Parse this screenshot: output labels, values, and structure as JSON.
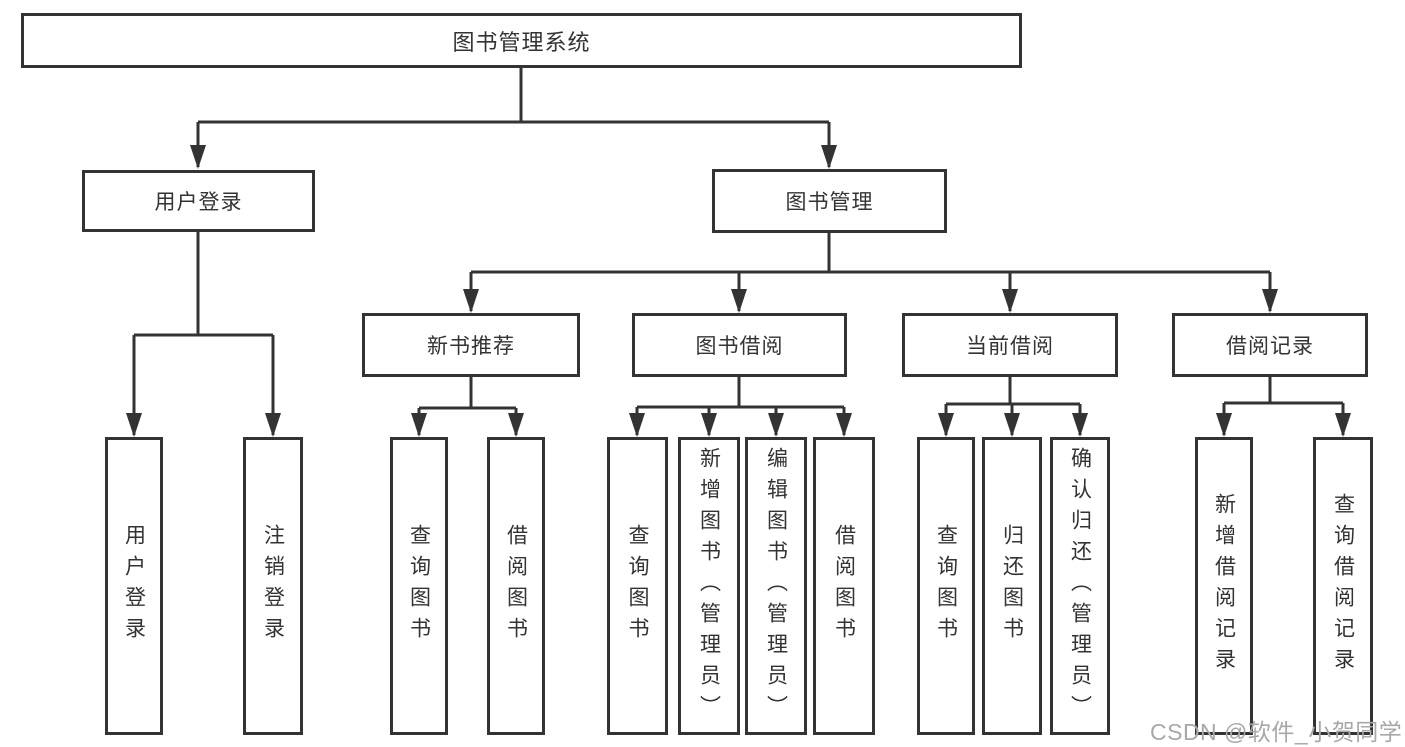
{
  "diagram": {
    "title": "图书管理系统",
    "root": {
      "label": "图书管理系统"
    },
    "level2": [
      {
        "label": "用户登录"
      },
      {
        "label": "图书管理"
      }
    ],
    "level3": [
      {
        "label": "新书推荐"
      },
      {
        "label": "图书借阅"
      },
      {
        "label": "当前借阅"
      },
      {
        "label": "借阅记录"
      }
    ],
    "leaves": {
      "user_login": [
        {
          "label": "用户登录"
        },
        {
          "label": "注销登录"
        }
      ],
      "new_book": [
        {
          "label": "查询图书"
        },
        {
          "label": "借阅图书"
        }
      ],
      "book_borrow": [
        {
          "label": "查询图书"
        },
        {
          "label": "新增图书（管理员）"
        },
        {
          "label": "编辑图书（管理员）"
        },
        {
          "label": "借阅图书"
        }
      ],
      "current_borrow": [
        {
          "label": "查询图书"
        },
        {
          "label": "归还图书"
        },
        {
          "label": "确认归还（管理员）"
        }
      ],
      "borrow_records": [
        {
          "label": "新增借阅记录"
        },
        {
          "label": "查询借阅记录"
        }
      ]
    }
  },
  "watermark": {
    "text": "CSDN @软件_小贺同学"
  },
  "colors": {
    "line": "#333333",
    "text": "#333333",
    "watermark": "#a8a8a8",
    "background": "#ffffff"
  }
}
